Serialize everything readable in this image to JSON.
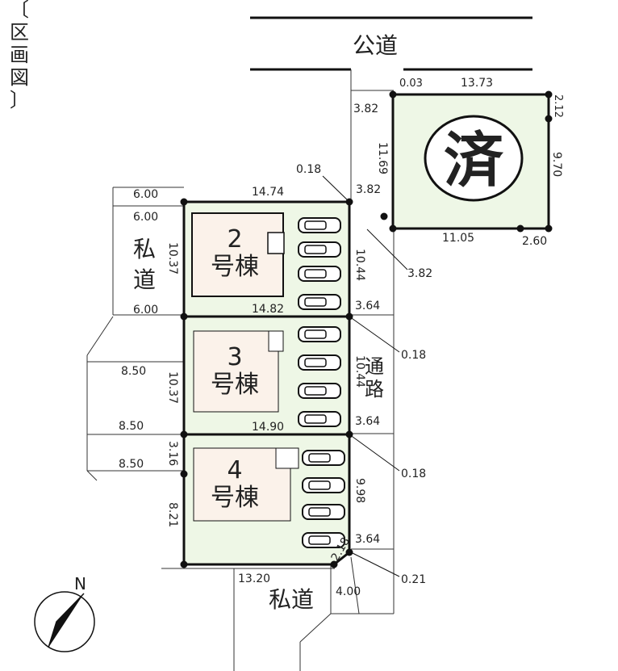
{
  "title": "〔区画図〕",
  "roads": {
    "public_road": "公道",
    "private_road_left": "私道",
    "private_road_bottom": "私道",
    "passage": "通路"
  },
  "sold_mark": "済",
  "north": "N",
  "houses": [
    {
      "number": "2",
      "suffix": "号棟"
    },
    {
      "number": "3",
      "suffix": "号棟"
    },
    {
      "number": "4",
      "suffix": "号棟"
    }
  ],
  "dimensions": {
    "top_left_width_a": "6.00",
    "top_left_width_b": "6.00",
    "mid_left_width": "6.00",
    "lot2_top": "14.74",
    "lot2_bottom": "14.82",
    "lot3_bottom": "14.90",
    "lot4_bottom": "13.20",
    "lot2_left": "10.37",
    "lot3_left": "10.37",
    "lot4_left_upper": "3.16",
    "lot4_left_lower": "8.21",
    "lot2_right": "10.44",
    "lot3_right": "10.44",
    "lot4_right": "9.98",
    "left_850_a": "8.50",
    "left_850_b": "8.50",
    "left_850_c": "8.50",
    "right_364_a": "3.64",
    "right_364_b": "3.64",
    "right_364_c": "3.64",
    "corner_018_a": "0.18",
    "corner_018_b": "0.18",
    "corner_018_c": "0.18",
    "corner_021": "0.21",
    "bottom_218": "2.18",
    "bottom_400": "4.00",
    "ne_003": "0.03",
    "ne_1373": "13.73",
    "ne_382_top": "3.82",
    "ne_382_mid": "3.82",
    "ne_382_low": "3.82",
    "ne_1169": "11.69",
    "ne_212": "2.12",
    "ne_970": "9.70",
    "ne_1105": "11.05",
    "ne_260": "2.60"
  },
  "colors": {
    "lot_fill": "#eef7e6",
    "house_fill": "#fbf2ea",
    "line": "#111111"
  }
}
